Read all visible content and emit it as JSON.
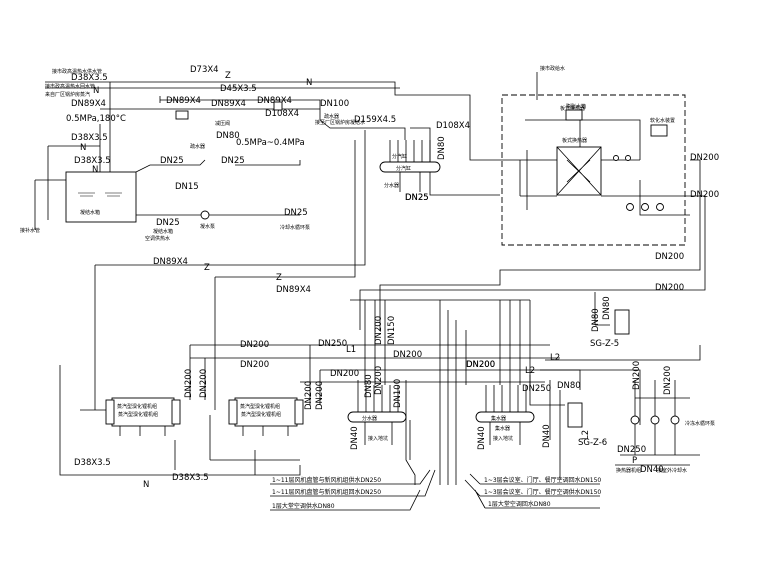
{
  "labels": {
    "d73x4": "D73X4",
    "z_top": "Z",
    "d38_top": "D38X3.5",
    "n_top": "N",
    "d45": "D45X3.5",
    "n_mid": "N",
    "dn89x4_l": "DN89X4",
    "dn89x4_a": "DN89X4",
    "dn89x4_b": "DN89X4",
    "dn89x4_c": "DN89X4",
    "d108x4_a": "D108X4",
    "dn100": "DN100",
    "steam_spec": "0.5MPa,180°C",
    "press": "0.5MPa~0.4MPa",
    "dn80_a": "DN80",
    "d159": "D159X4.5",
    "d108x4_b": "D108X4",
    "dn80_b": "DN80",
    "d38_b": "D38X3.5",
    "n_l1": "N",
    "d38_c": "D38X3.5",
    "n_l2": "N",
    "dn25_a": "DN25",
    "dn25_b": "DN25",
    "dn15": "DN15",
    "dn25_c": "DN25",
    "dn25_d": "DN25",
    "dn25_e": "DN25",
    "dn200_hx1": "DN200",
    "dn200_hx2": "DN200",
    "dn200_c": "DN200",
    "dn200_d": "DN200",
    "dn80_c": "DN80",
    "dn80_d": "DN80",
    "sg_z5": "SG-Z-5",
    "dn89x4_mid": "DN89X4",
    "z_mid": "Z",
    "z_mid2": "Z",
    "dn89x4_mid2": "DN89X4",
    "dn200_l1": "DN200",
    "dn250_l1": "DN250",
    "l1_a": "L1",
    "dn200_l2": "DN200",
    "dn200_v1": "DN200",
    "dn200_v2": "DN200",
    "dn200_v3": "DN200",
    "dn200_v4": "DN200",
    "dn200_v5": "DN200",
    "dn200_v6": "DN200",
    "dn150_v": "DN150",
    "dn200_h3": "DN200",
    "dn200_h4": "DN200",
    "dn200_h5": "DN200",
    "l2_a": "L2",
    "l2_b": "L2",
    "l2_c": "L2",
    "dn250_m": "DN250",
    "dn80_m": "DN80",
    "dn80_m2": "DN80",
    "dn100_m": "DN100",
    "dn40_l": "DN40",
    "dn40_r": "DN40",
    "dn40_v": "DN40",
    "sg_z6": "SG-Z-6",
    "dn250_r": "DN250",
    "dn200_r": "DN200",
    "dn200_r2": "DN200",
    "p_lbl": "P",
    "d38_bot": "D38X3.5",
    "d38_bot2": "D38X3.5",
    "n_bot": "N",
    "dn25_f": "DN25"
  },
  "bottom_lines": [
    {
      "text": "1~11层风机盘管与新风机组供水DN250"
    },
    {
      "text": "1~11层风机盘管与新风机组回水DN250"
    },
    {
      "text": "1层大堂空调供水DN80"
    },
    {
      "text": "1~3层会议室、门厅、餐厅空调回水DN150"
    },
    {
      "text": "1~3层会议室、门厅、餐厅空调供水DN150"
    },
    {
      "text": "1层大堂空调回水DN80"
    }
  ],
  "small_notes": {
    "n1": "接市政高温热水供水管",
    "n2": "接市政高温热水回水管",
    "n3": "来自厂区锅炉房蒸汽",
    "n4": "接至厂区锅炉房凝结水",
    "n5": "分汽缸",
    "n6": "疏水器",
    "n7": "减压阀",
    "n8": "接室外冷却水",
    "n9": "凝结水箱",
    "n10": "接补水管",
    "n11": "分水器",
    "n12": "集水器",
    "n13": "蒸汽型溴化锂机组",
    "n14": "蒸汽型溴化锂机组",
    "n15": "板式换热器",
    "n16": "膨胀水箱",
    "n17": "软化水装置",
    "n18": "接市政给水",
    "n19": "冷却水循环泵",
    "n20": "冷冻水循环泵",
    "n21": "接入地坑",
    "n22": "接入地坑",
    "n23": "换热器机组",
    "n24": "空调供热水",
    "n25": "凝水泵"
  },
  "equipment": {
    "tank": "凝结水箱",
    "chiller1": "蒸汽型溴化锂机组",
    "chiller2": "蒸汽型溴化锂机组",
    "hx": "板式换热器",
    "steam_header": "分汽缸",
    "dist_header": "分水器",
    "coll_header": "集水器"
  }
}
